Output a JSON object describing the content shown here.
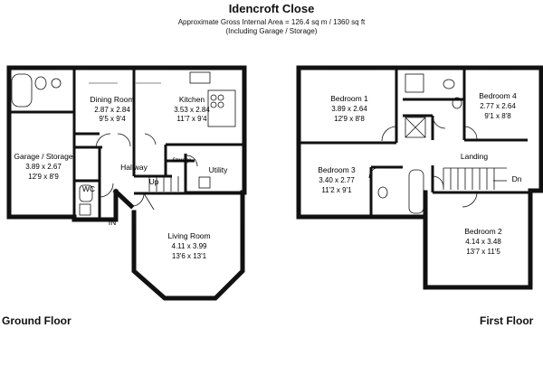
{
  "header": {
    "title": "Idencroft Close",
    "area_line": "Approximate Gross Internal Area = 126.4 sq m / 1360 sq ft",
    "note_line": "(Including Garage / Storage)"
  },
  "ground_floor": {
    "label": "Ground Floor",
    "rooms": {
      "dining": {
        "name": "Dining Room",
        "metric": "2.87 x 2.84",
        "imperial": "9'5 x 9'4"
      },
      "kitchen": {
        "name": "Kitchen",
        "metric": "3.53 x 2.84",
        "imperial": "11'7 x 9'4"
      },
      "garage": {
        "name": "Garage / Storage",
        "metric": "3.89 x 2.67",
        "imperial": "12'9 x 8'9"
      },
      "living": {
        "name": "Living Room",
        "metric": "4.11 x 3.99",
        "imperial": "13'6 x 13'1"
      }
    },
    "labels": {
      "hallway": "Hallway",
      "up": "Up",
      "storage": "Storage",
      "utility": "Utility",
      "wc": "WC",
      "in": "IN"
    }
  },
  "first_floor": {
    "label": "First Floor",
    "rooms": {
      "bed1": {
        "name": "Bedroom 1",
        "metric": "3.89 x 2.64",
        "imperial": "12'9 x 8'8"
      },
      "bed4": {
        "name": "Bedroom 4",
        "metric": "2.77 x 2.64",
        "imperial": "9'1 x 8'8"
      },
      "bed3": {
        "name": "Bedroom 3",
        "metric": "3.40 x 2.77",
        "imperial": "11'2 x 9'1"
      },
      "bed2": {
        "name": "Bedroom 2",
        "metric": "4.14 x 3.48",
        "imperial": "13'7 x 11'5"
      }
    },
    "labels": {
      "landing": "Landing",
      "dn": "Dn"
    }
  }
}
